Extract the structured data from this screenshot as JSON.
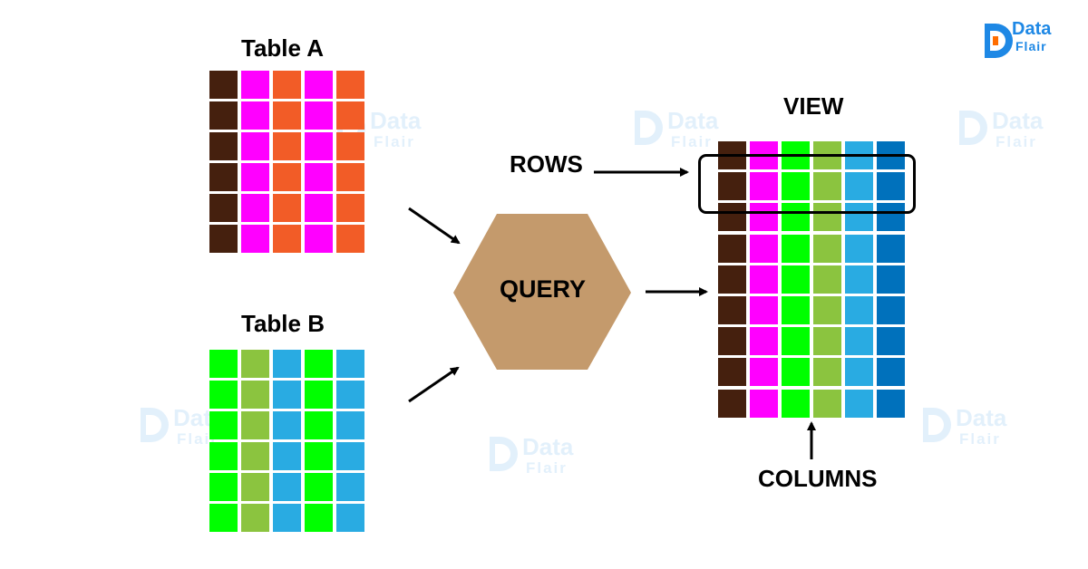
{
  "logo": {
    "line1": "Data",
    "line2": "Flair",
    "color_main": "#1e88e5",
    "color_accent": "#ff6d00"
  },
  "watermark": {
    "line1": "Data",
    "line2": "Flair",
    "color": "#1e88e5"
  },
  "table_a": {
    "title": "Table A",
    "rows": 6,
    "column_colors": [
      "#45200e",
      "#ff00ff",
      "#f25c27",
      "#ff00ff",
      "#f25c27"
    ]
  },
  "table_b": {
    "title": "Table B",
    "rows": 6,
    "column_colors": [
      "#00ff00",
      "#8bc43f",
      "#29abe2",
      "#00ff00",
      "#29abe2"
    ]
  },
  "query": {
    "label": "QUERY",
    "color": "#c49a6c"
  },
  "view": {
    "title": "VIEW",
    "rows": 9,
    "column_colors": [
      "#45200e",
      "#ff00ff",
      "#00ff00",
      "#8bc43f",
      "#29abe2",
      "#0071bc"
    ]
  },
  "rows_label": "ROWS",
  "columns_label": "COLUMNS"
}
